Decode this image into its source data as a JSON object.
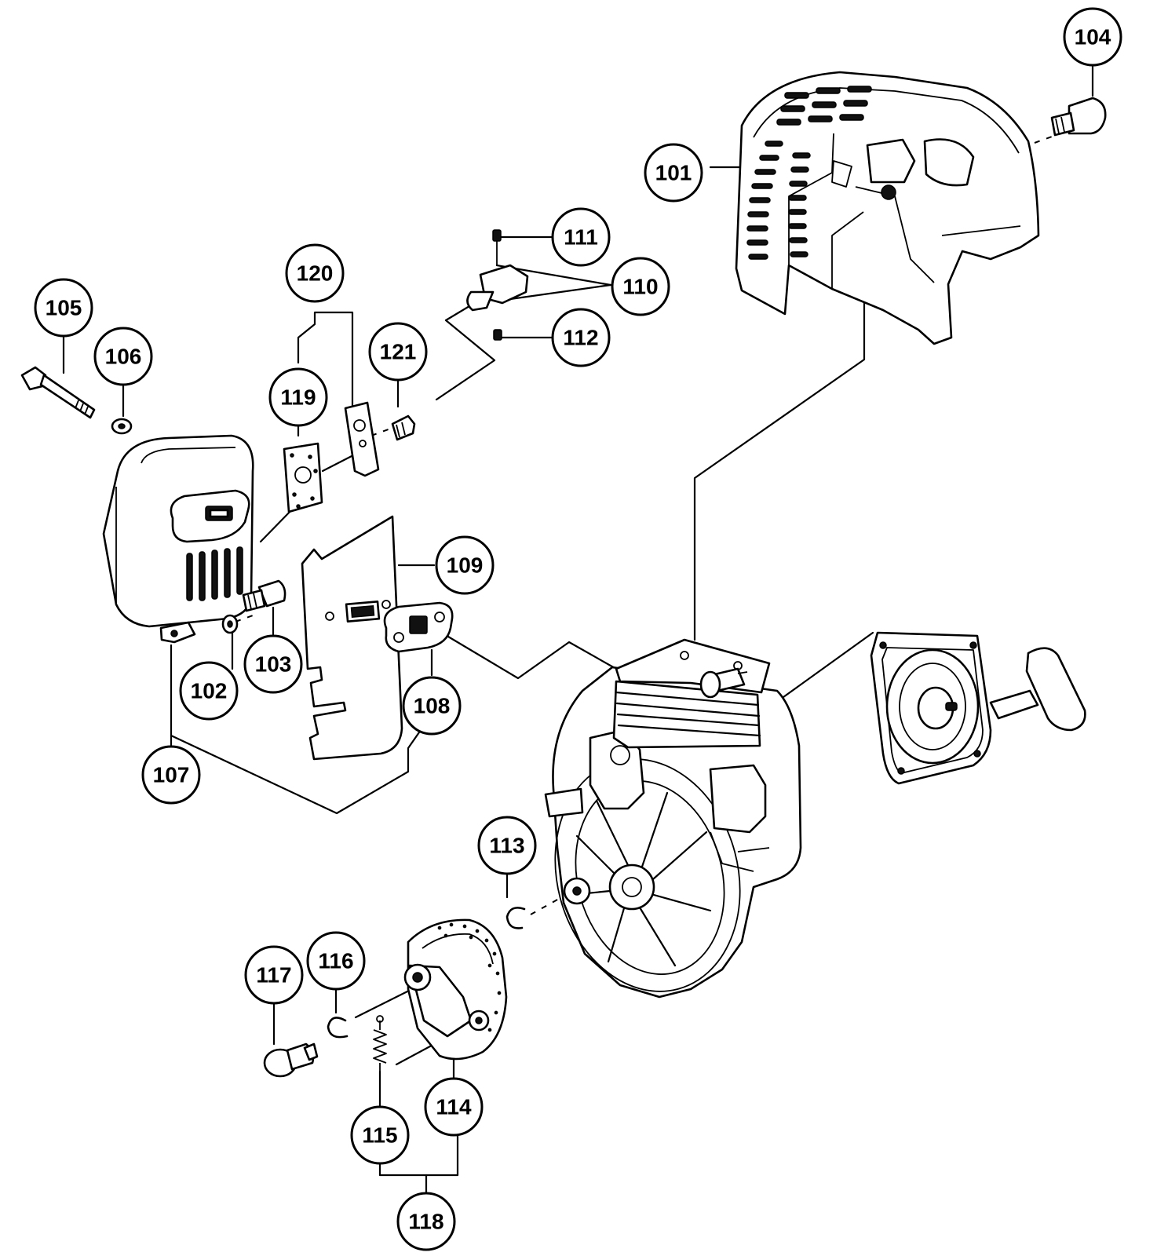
{
  "callouts": [
    {
      "id": "101",
      "label": "101"
    },
    {
      "id": "102",
      "label": "102"
    },
    {
      "id": "103",
      "label": "103"
    },
    {
      "id": "104",
      "label": "104"
    },
    {
      "id": "105",
      "label": "105"
    },
    {
      "id": "106",
      "label": "106"
    },
    {
      "id": "107",
      "label": "107"
    },
    {
      "id": "108",
      "label": "108"
    },
    {
      "id": "109",
      "label": "109"
    },
    {
      "id": "110",
      "label": "110"
    },
    {
      "id": "111",
      "label": "111"
    },
    {
      "id": "112",
      "label": "112"
    },
    {
      "id": "113",
      "label": "113"
    },
    {
      "id": "114",
      "label": "114"
    },
    {
      "id": "115",
      "label": "115"
    },
    {
      "id": "116",
      "label": "116"
    },
    {
      "id": "117",
      "label": "117"
    },
    {
      "id": "118",
      "label": "118"
    },
    {
      "id": "119",
      "label": "119"
    },
    {
      "id": "120",
      "label": "120"
    },
    {
      "id": "121",
      "label": "121"
    }
  ]
}
